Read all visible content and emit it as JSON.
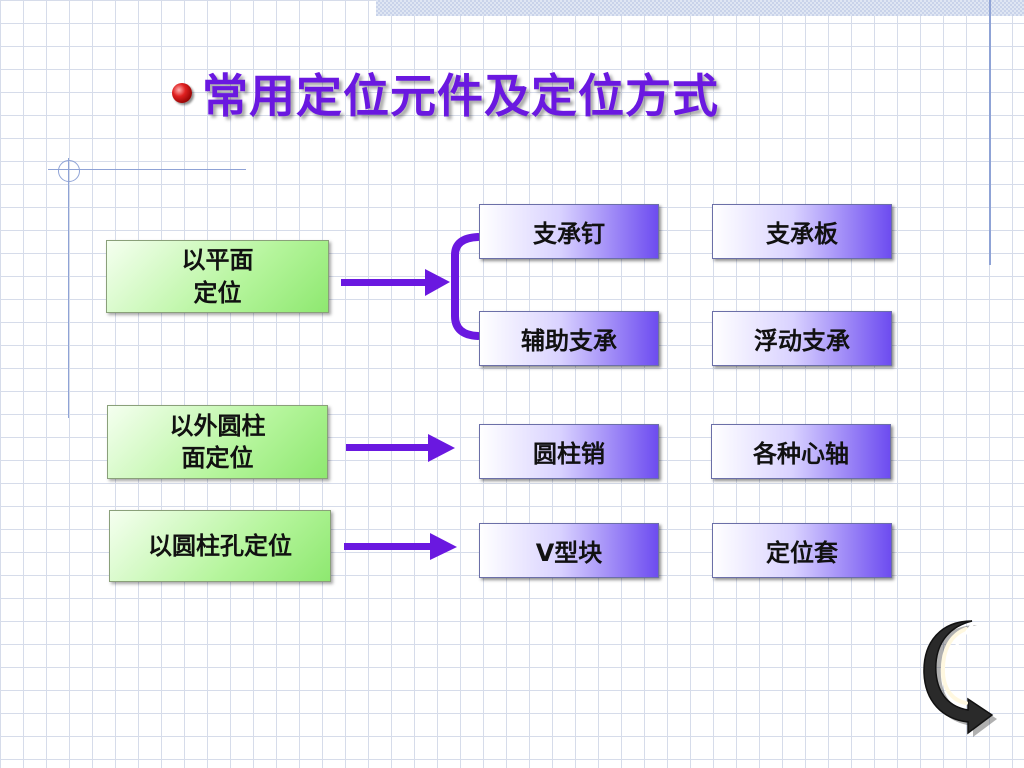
{
  "slide": {
    "title": "常用定位元件及定位方式",
    "colors": {
      "title": "#6a18e0",
      "arrow": "#6a18e0",
      "source_box": "#a8f08a",
      "target_box": "#6d4cf0",
      "grid": "#d6dcea"
    }
  },
  "rows": [
    {
      "source": "以平面\n定位",
      "targets": [
        "支承钉",
        "支承板",
        "辅助支承",
        "浮动支承"
      ]
    },
    {
      "source": "以外圆柱\n面定位",
      "targets": [
        "圆柱销",
        "各种心轴"
      ]
    },
    {
      "source": "以圆柱孔定位",
      "targets": [
        "V型块",
        "定位套"
      ]
    }
  ],
  "icons": {
    "title_bullet": "red-ball-bullet-icon",
    "corner": "curl-arrow-icon"
  }
}
